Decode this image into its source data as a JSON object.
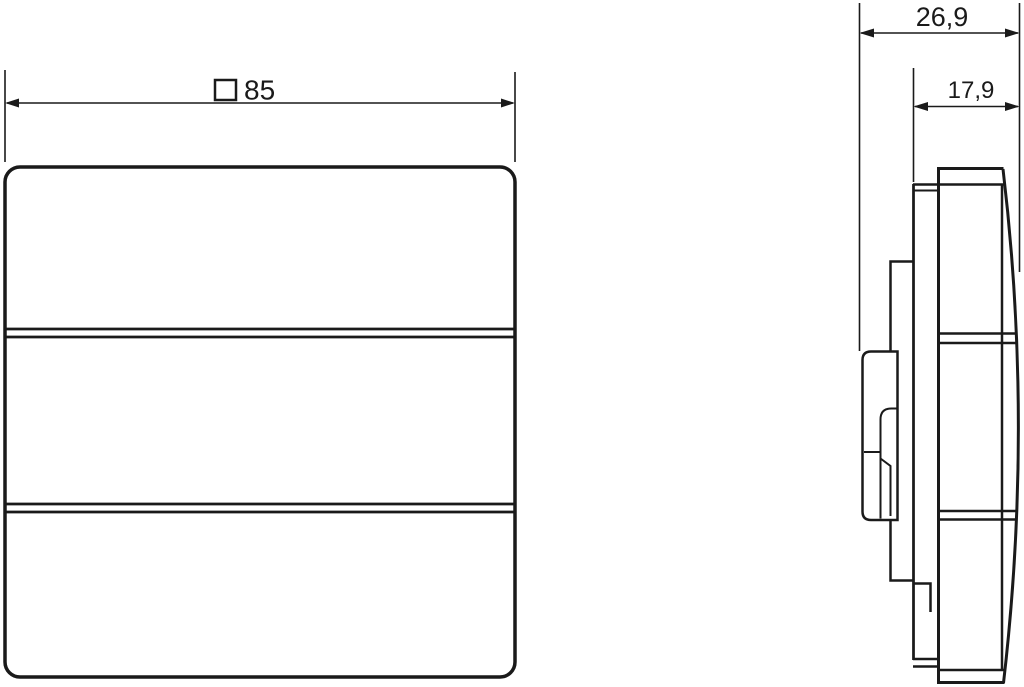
{
  "drawing": {
    "type": "technical-dimension-drawing",
    "views": {
      "front_view": {
        "description": "front view of 3-rocker push button",
        "width_dimension": {
          "symbol": "□",
          "value": "85",
          "label": "□ 85"
        },
        "rocker_count": 3
      },
      "side_view": {
        "description": "side profile of push button with bus coupler",
        "total_depth": "26,9",
        "front_depth": "17,9"
      }
    },
    "colors": {
      "line": "#1a1a1a",
      "background": "#ffffff"
    }
  }
}
